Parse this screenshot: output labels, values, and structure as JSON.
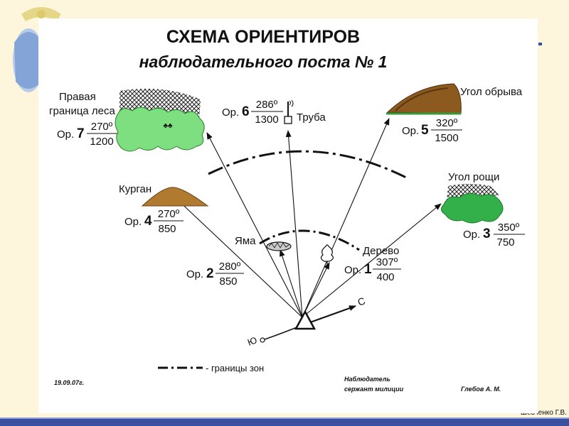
{
  "slide": {
    "title_line1": "СХЕМА ОРИЕНТИРОВ",
    "title_line2": "наблюдательного поста № 1",
    "author_credit": "Шевченко Г.В.",
    "emblem_icon": "police-emblem-icon"
  },
  "colors": {
    "background": "#fdf6dc",
    "panel": "#ffffff",
    "forest_green": "#7ddf80",
    "dark_green": "#33a033",
    "earth_brown": "#8c5a1e",
    "bottom_bar": "#3a4fa0"
  },
  "landmarks": [
    {
      "id": "or7",
      "prefix": "Ор.",
      "number": "7",
      "angle": "270º",
      "distance": "1200",
      "name_line1": "Правая",
      "name_line2": "граница леса",
      "icon": "forest-icon"
    },
    {
      "id": "or6",
      "prefix": "Ор.",
      "number": "6",
      "angle": "286º",
      "distance": "1300",
      "name": "Труба",
      "icon": "chimney-icon"
    },
    {
      "id": "or5",
      "prefix": "Ор.",
      "number": "5",
      "angle": "320º",
      "distance": "1500",
      "name": "Угол обрыва",
      "icon": "cliff-icon"
    },
    {
      "id": "or4",
      "prefix": "Ор.",
      "number": "4",
      "angle": "270º",
      "distance": "850",
      "name": "Курган",
      "icon": "mound-icon"
    },
    {
      "id": "or3",
      "prefix": "Ор.",
      "number": "3",
      "angle": "350º",
      "distance": "750",
      "name": "Угол рощи",
      "icon": "grove-icon"
    },
    {
      "id": "or2",
      "prefix": "Ор.",
      "number": "2",
      "angle": "280º",
      "distance": "850",
      "name": "Яма",
      "icon": "pit-icon"
    },
    {
      "id": "or1",
      "prefix": "Ор.",
      "number": "1",
      "angle": "307º",
      "distance": "400",
      "name": "Дерево",
      "icon": "tree-icon"
    }
  ],
  "compass": {
    "north": "С",
    "south": "Ю"
  },
  "legend": {
    "zone_label": "- границы зон"
  },
  "footer": {
    "date": "19.09.07г.",
    "observer_line1": "Наблюдатель",
    "observer_line2": "сержант милиции",
    "observer_name": "Глебов А. М."
  }
}
